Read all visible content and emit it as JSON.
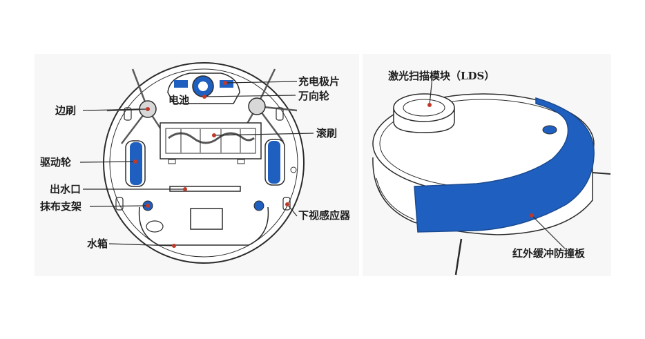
{
  "colors": {
    "accent_blue": "#1f5fbf",
    "line": "#2b2b2b",
    "leader_dot": "#c0392b",
    "panel_bg": "#f7f7f7"
  },
  "labels": {
    "side_brush": "边刷",
    "drive_wheel": "驱动轮",
    "water_outlet": "出水口",
    "mop_holder": "抹布支架",
    "water_tank": "水箱",
    "charging_contacts": "充电极片",
    "caster_wheel": "万向轮",
    "battery": "电池",
    "roller_brush": "滚刷",
    "cliff_sensor": "下视感应器",
    "lds_module": "激光扫描模块（LDS）",
    "bumper": "红外缓冲防撞板"
  }
}
